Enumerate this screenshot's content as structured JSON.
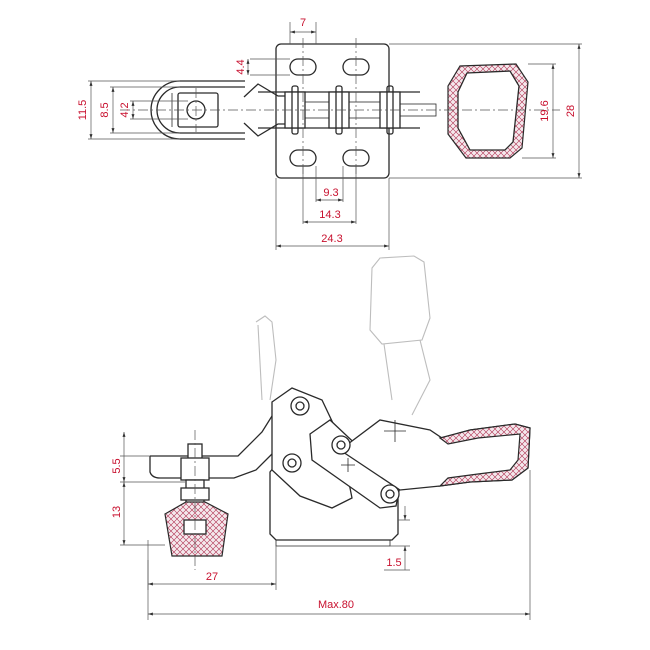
{
  "colors": {
    "dimension_text": "#c8102e",
    "outline": "#2a2a2a",
    "ghost_outline": "#bdbdbd",
    "grip_fill": "#f2e6ea"
  },
  "top_view": {
    "dims": {
      "slot_pitch_top": "7",
      "slot_offset": "4.4",
      "eye_outer": "11.5",
      "eye_mid": "8.5",
      "eye_inner": "4.2",
      "inner_bolt_span": "9.3",
      "mid_bolt_span": "14.3",
      "base_width": "24.3",
      "handle_grip": "19.6",
      "overall_height": "28"
    }
  },
  "side_view": {
    "dims": {
      "spindle_offset": "5.5",
      "spindle_height": "13",
      "spindle_reach": "27",
      "base_step": "1.5",
      "overall_length": "Max.80"
    }
  }
}
